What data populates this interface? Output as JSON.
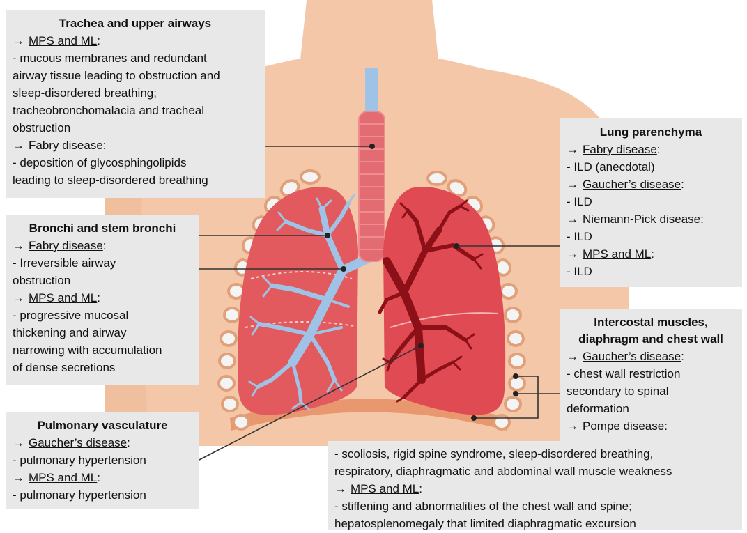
{
  "colors": {
    "skin": "#f3c7a7",
    "skin_shadow": "#eab48f",
    "lung_light": "#e25a5e",
    "lung_dark": "#b32633",
    "airway_blue": "#9ec3e6",
    "vessel_dark": "#8c1018",
    "trachea": "#e26c72",
    "rib": "#f1f1f1",
    "diaphragm": "#e9976e",
    "box_bg": "#e8e8e8",
    "leader": "#333333"
  },
  "trachea_box": {
    "title": "Trachea and upper airways",
    "arrow": "→",
    "h1": "MPS and ML",
    "t1": [
      "- mucous membranes and redundant",
      "airway tissue leading to obstruction and",
      "sleep-disordered breathing;",
      "tracheobronchomalacia and tracheal",
      "obstruction"
    ],
    "h2": "Fabry disease",
    "t2": [
      "- deposition of glycosphingolipids",
      "leading to sleep-disordered breathing"
    ]
  },
  "bronchi_box": {
    "title": "Bronchi and stem bronchi",
    "arrow": "→",
    "h1": "Fabry disease",
    "t1": [
      "- Irreversible airway",
      "obstruction"
    ],
    "h2": "MPS and ML",
    "t2": [
      "- progressive mucosal",
      "thickening and airway",
      "narrowing with accumulation",
      "of dense secretions"
    ]
  },
  "vasc_box": {
    "title": "Pulmonary vasculature",
    "arrow": "→",
    "h1": "Gaucher’s disease",
    "t1": [
      "- pulmonary hypertension"
    ],
    "h2": "MPS and ML",
    "t2": [
      "- pulmonary hypertension"
    ]
  },
  "lung_box": {
    "title": "Lung parenchyma",
    "arrow": "→",
    "h1": "Fabry disease",
    "t1": "- ILD (anecdotal)",
    "h2": "Gaucher’s disease",
    "t2": "- ILD",
    "h3": "Niemann-Pick disease",
    "t3": "- ILD",
    "h4": "MPS and ML",
    "t4": "- ILD"
  },
  "inter_box": {
    "title1": "Intercostal muscles,",
    "title2": "diaphragm and chest wall",
    "arrow": "→",
    "h1": "Gaucher’s disease",
    "t1": [
      "- chest wall restriction",
      "secondary to spinal",
      "deformation"
    ],
    "h2": "Pompe disease",
    "t2": [
      "- scoliosis, rigid spine syndrome, sleep-disordered breathing,",
      "respiratory, diaphragmatic and abdominal wall muscle weakness"
    ],
    "h3": "MPS and ML",
    "t3": [
      "- stiffening and abnormalities of the chest wall and spine;",
      "hepatosplenomegaly that limited diaphragmatic excursion"
    ]
  }
}
